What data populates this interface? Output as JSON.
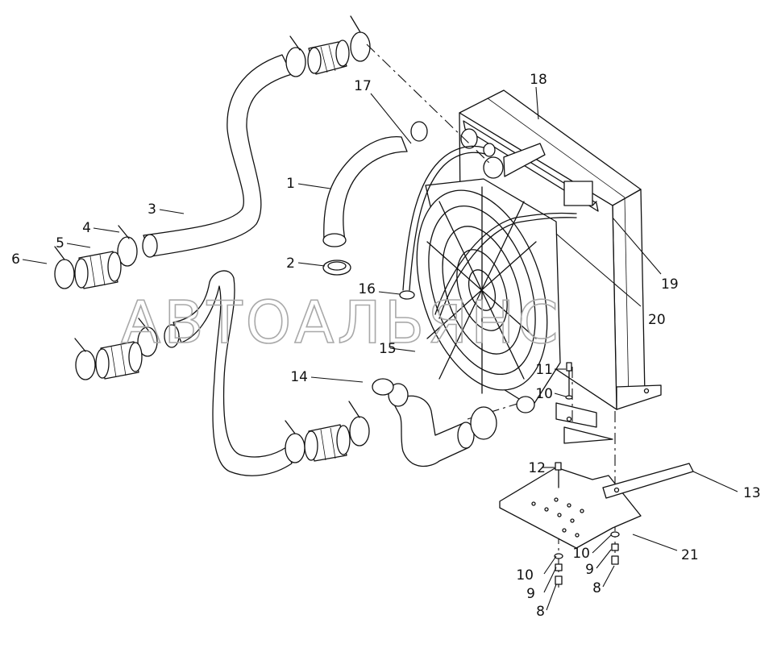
{
  "watermark": "АВТОАЛЬЯНС",
  "callouts": [
    {
      "id": "c1",
      "text": "1"
    },
    {
      "id": "c2",
      "text": "2"
    },
    {
      "id": "c3",
      "text": "3"
    },
    {
      "id": "c4",
      "text": "4"
    },
    {
      "id": "c5",
      "text": "5"
    },
    {
      "id": "c6",
      "text": "6"
    },
    {
      "id": "c8a",
      "text": "8"
    },
    {
      "id": "c8b",
      "text": "8"
    },
    {
      "id": "c9a",
      "text": "9"
    },
    {
      "id": "c9b",
      "text": "9"
    },
    {
      "id": "c10a",
      "text": "10"
    },
    {
      "id": "c10b",
      "text": "10"
    },
    {
      "id": "c10c",
      "text": "10"
    },
    {
      "id": "c11",
      "text": "11"
    },
    {
      "id": "c12",
      "text": "12"
    },
    {
      "id": "c13",
      "text": "13"
    },
    {
      "id": "c14",
      "text": "14"
    },
    {
      "id": "c15",
      "text": "15"
    },
    {
      "id": "c16",
      "text": "16"
    },
    {
      "id": "c17",
      "text": "17"
    },
    {
      "id": "c18",
      "text": "18"
    },
    {
      "id": "c19",
      "text": "19"
    },
    {
      "id": "c20",
      "text": "20"
    },
    {
      "id": "c21",
      "text": "21"
    }
  ]
}
